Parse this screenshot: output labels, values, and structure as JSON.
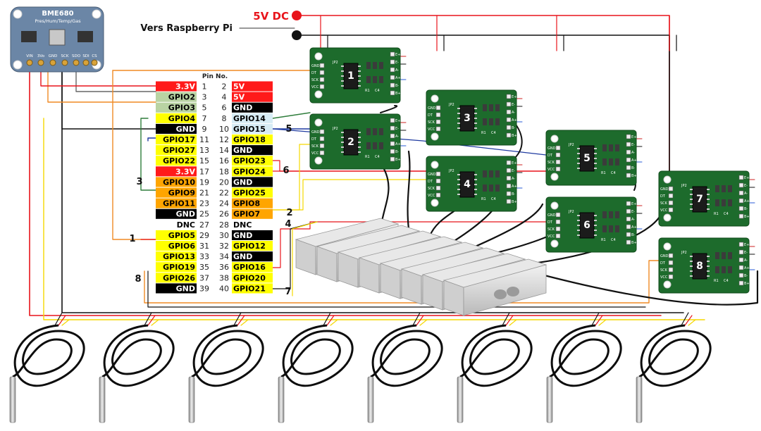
{
  "power": {
    "label": "5V DC"
  },
  "pi": {
    "label": "Vers Raspberry Pi"
  },
  "sensor": {
    "name": "BME680",
    "subtitle": "Pres/Hum/Temp/Gas",
    "pins": [
      "VIN",
      "3Vo",
      "GND",
      "SCK",
      "SDO",
      "SDI",
      "CS"
    ]
  },
  "header": {
    "title": "Pin No.",
    "rows": [
      {
        "ln": 1,
        "rn": 2,
        "left": "3.3V",
        "right": "5V",
        "lc": "#ff1a1a",
        "rc": "#ff1a1a",
        "ltc": "#ffffff",
        "rtc": "#ffffff"
      },
      {
        "ln": 3,
        "rn": 4,
        "left": "GPIO2",
        "right": "5V",
        "lc": "#b9d3a3",
        "rc": "#ff1a1a",
        "ltc": "#000000",
        "rtc": "#ffffff"
      },
      {
        "ln": 5,
        "rn": 6,
        "left": "GPIO3",
        "right": "GND",
        "lc": "#b9d3a3",
        "rc": "#000000",
        "ltc": "#000000",
        "rtc": "#ffffff"
      },
      {
        "ln": 7,
        "rn": 8,
        "left": "GPIO4",
        "right": "GPIO14",
        "lc": "#ffff00",
        "rc": "#d7ecf5",
        "ltc": "#000000",
        "rtc": "#000000"
      },
      {
        "ln": 9,
        "rn": 10,
        "left": "GND",
        "right": "GPIO15",
        "lc": "#000000",
        "rc": "#d7ecf5",
        "ltc": "#ffffff",
        "rtc": "#000000"
      },
      {
        "ln": 11,
        "rn": 12,
        "left": "GPIO17",
        "right": "GPIO18",
        "lc": "#ffff00",
        "rc": "#ffff00",
        "ltc": "#000000",
        "rtc": "#000000"
      },
      {
        "ln": 13,
        "rn": 14,
        "left": "GPIO27",
        "right": "GND",
        "lc": "#ffff00",
        "rc": "#000000",
        "ltc": "#000000",
        "rtc": "#ffffff"
      },
      {
        "ln": 15,
        "rn": 16,
        "left": "GPIO22",
        "right": "GPIO23",
        "lc": "#ffff00",
        "rc": "#ffff00",
        "ltc": "#000000",
        "rtc": "#000000"
      },
      {
        "ln": 17,
        "rn": 18,
        "left": "3.3V",
        "right": "GPIO24",
        "lc": "#ff1a1a",
        "rc": "#ffff00",
        "ltc": "#ffffff",
        "rtc": "#000000"
      },
      {
        "ln": 19,
        "rn": 20,
        "left": "GPIO10",
        "right": "GND",
        "lc": "#ffa500",
        "rc": "#000000",
        "ltc": "#000000",
        "rtc": "#ffffff"
      },
      {
        "ln": 21,
        "rn": 22,
        "left": "GPIO9",
        "right": "GPIO25",
        "lc": "#ffa500",
        "rc": "#ffff00",
        "ltc": "#000000",
        "rtc": "#000000"
      },
      {
        "ln": 23,
        "rn": 24,
        "left": "GPIO11",
        "right": "GPIO8",
        "lc": "#ffa500",
        "rc": "#ffa500",
        "ltc": "#000000",
        "rtc": "#000000"
      },
      {
        "ln": 25,
        "rn": 26,
        "left": "GND",
        "right": "GPIO7",
        "lc": "#000000",
        "rc": "#ffa500",
        "ltc": "#ffffff",
        "rtc": "#000000"
      },
      {
        "ln": 27,
        "rn": 28,
        "left": "DNC",
        "right": "DNC",
        "lc": "#ffffff",
        "rc": "#ffffff",
        "ltc": "#000000",
        "rtc": "#000000"
      },
      {
        "ln": 29,
        "rn": 30,
        "left": "GPIO5",
        "right": "GND",
        "lc": "#ffff00",
        "rc": "#000000",
        "ltc": "#000000",
        "rtc": "#ffffff"
      },
      {
        "ln": 31,
        "rn": 32,
        "left": "GPIO6",
        "right": "GPIO12",
        "lc": "#ffff00",
        "rc": "#ffff00",
        "ltc": "#000000",
        "rtc": "#000000"
      },
      {
        "ln": 33,
        "rn": 34,
        "left": "GPIO13",
        "right": "GND",
        "lc": "#ffff00",
        "rc": "#000000",
        "ltc": "#000000",
        "rtc": "#ffffff"
      },
      {
        "ln": 35,
        "rn": 36,
        "left": "GPIO19",
        "right": "GPIO16",
        "lc": "#ffff00",
        "rc": "#ffff00",
        "ltc": "#000000",
        "rtc": "#000000"
      },
      {
        "ln": 37,
        "rn": 38,
        "left": "GPIO26",
        "right": "GPIO20",
        "lc": "#ffff00",
        "rc": "#ffff00",
        "ltc": "#000000",
        "rtc": "#000000"
      },
      {
        "ln": 39,
        "rn": 40,
        "left": "GND",
        "right": "GPIO21",
        "lc": "#000000",
        "rc": "#ffff00",
        "ltc": "#ffffff",
        "rtc": "#000000"
      }
    ]
  },
  "channel_labels": [
    "1",
    "2",
    "3",
    "4",
    "5",
    "6",
    "7",
    "8"
  ],
  "hx711": {
    "modules": [
      "1",
      "2",
      "3",
      "4",
      "5",
      "6",
      "7",
      "8"
    ],
    "left_pins": [
      "GND",
      "DT",
      "SCK",
      "VCC"
    ],
    "right_pins": [
      "E+",
      "E-",
      "A-",
      "A+",
      "B-",
      "B+"
    ],
    "parts": [
      "JP2",
      "R1",
      "C4"
    ]
  },
  "colors": {
    "red": "#e8141b",
    "black": "#111111",
    "yellow": "#f5d800",
    "orange": "#f08a24",
    "blue": "#1e3aa0",
    "green": "#2f7d3c",
    "pcb": "#1d6b2c",
    "breakout": "#6b86a6"
  },
  "temp_probes": {
    "count": 8
  }
}
